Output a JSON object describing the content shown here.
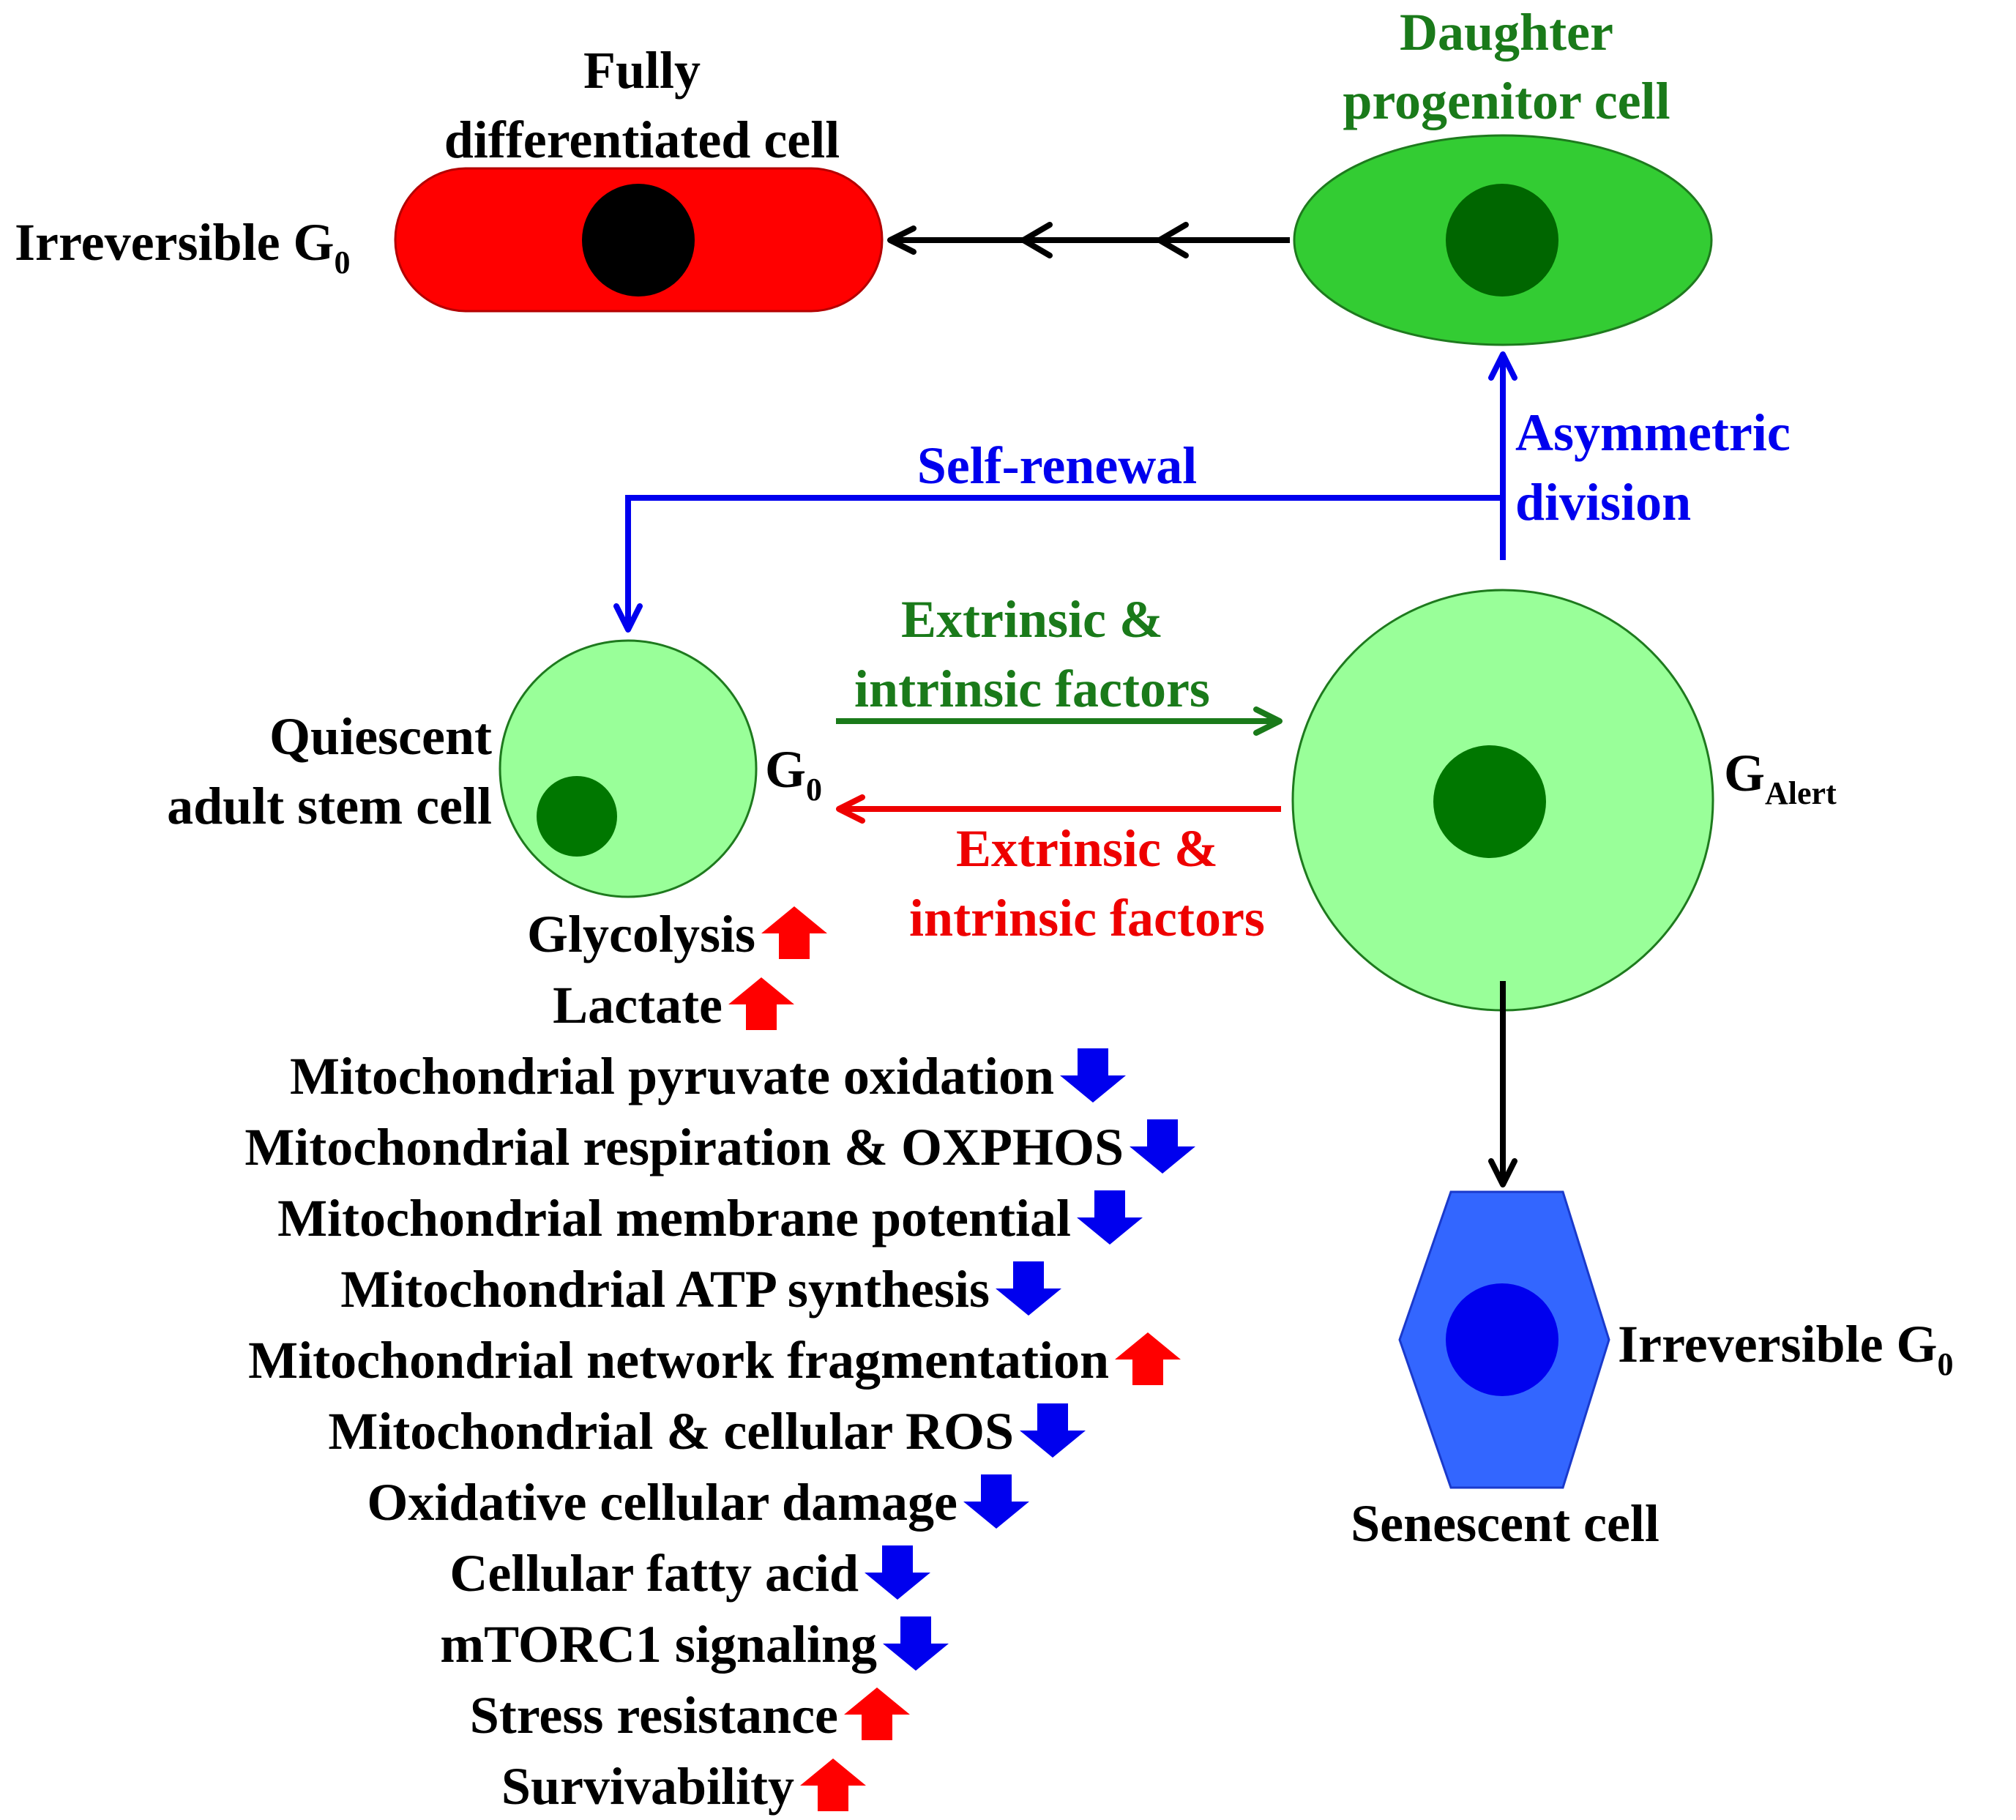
{
  "labels": {
    "fully_differentiated_line1": "Fully",
    "fully_differentiated_line2": "differentiated cell",
    "irreversible_g0_top_prefix": "Irreversible G",
    "irreversible_g0_top_sub": "0",
    "daughter_line1": "Daughter",
    "daughter_line2": "progenitor cell",
    "asymmetric_line1": "Asymmetric",
    "asymmetric_line2": "division",
    "self_renewal": "Self-renewal",
    "extrinsic_forward_line1": "Extrinsic &",
    "extrinsic_forward_line2": "intrinsic factors",
    "extrinsic_reverse_line1": "Extrinsic &",
    "extrinsic_reverse_line2": "intrinsic factors",
    "quiescent_line1": "Quiescent",
    "quiescent_line2": "adult stem cell",
    "g0_prefix": "G",
    "g0_sub": "0",
    "galert_prefix": "G",
    "galert_sub": "Alert",
    "irreversible_g0_bottom_prefix": "Irreversible G",
    "irreversible_g0_bottom_sub": "0",
    "senescent": "Senescent cell"
  },
  "metabolic_features": [
    {
      "text": "Glycolysis",
      "direction": "up"
    },
    {
      "text": "Lactate",
      "direction": "up"
    },
    {
      "text": "Mitochondrial pyruvate oxidation",
      "direction": "down"
    },
    {
      "text": "Mitochondrial respiration & OXPHOS",
      "direction": "down"
    },
    {
      "text": "Mitochondrial membrane potential",
      "direction": "down"
    },
    {
      "text": "Mitochondrial ATP synthesis",
      "direction": "down"
    },
    {
      "text": "Mitochondrial network fragmentation",
      "direction": "up"
    },
    {
      "text": "Mitochondrial & cellular ROS",
      "direction": "down"
    },
    {
      "text": "Oxidative cellular damage",
      "direction": "down"
    },
    {
      "text": "Cellular fatty acid",
      "direction": "down"
    },
    {
      "text": "mTORC1 signaling",
      "direction": "down"
    },
    {
      "text": "Stress resistance",
      "direction": "up"
    },
    {
      "text": "Survivability",
      "direction": "up"
    }
  ],
  "colors": {
    "differentiated_cell": "#ff0000",
    "differentiated_nucleus": "#000000",
    "progenitor_cell": "#33cc33",
    "progenitor_nucleus": "#006600",
    "stem_cell": "#99ff99",
    "stem_nucleus": "#007700",
    "senescent_cell": "#3366ff",
    "senescent_nucleus": "#0000ee",
    "blue_text": "#0000ee",
    "green_text": "#1a7a1a",
    "red_text": "#ee0000",
    "up_arrow": "#ff0000",
    "down_arrow": "#0000ee"
  }
}
